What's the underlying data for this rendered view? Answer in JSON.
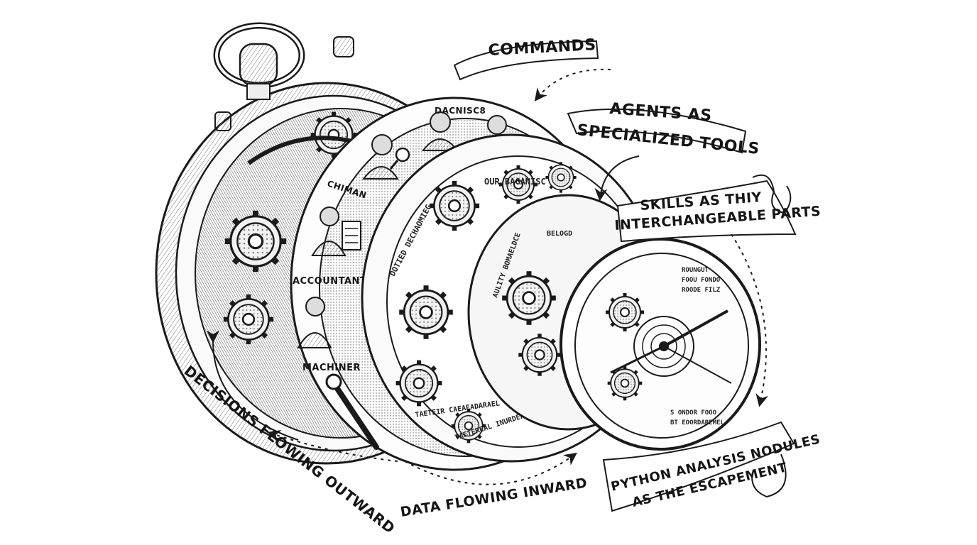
{
  "labels": {
    "commands": "COMMANDS",
    "agents_line1": "AGENTS AS",
    "agents_line2": "SPECIALIZED TOOLS",
    "skills_line1": "SKILLS AS THIY",
    "skills_line2": "INTERCHANGEABLE PARTS",
    "python_line1": "PYTHON ANALYSIS NODULES",
    "python_line2": "AS THE ESCAPEMENT",
    "decisions": "DECISIONS FLOWING OUTWARD",
    "data": "DATA FLOWING INWARD"
  },
  "agent_ring": {
    "dacnisc": "DACNISC8",
    "chiman": "CHIMAN",
    "accountant": "ACCOUNTANT",
    "machiner": "MACHINER"
  },
  "skills_ring": {
    "our_baganisc": "OUR BAGANISC",
    "left_arc": "DOTIED DECHAOMIEG",
    "bottom": "TAETEREAL INURDEROORI",
    "bottom2": "TAETEIR CAEAEADARAEL"
  },
  "python_ring": {
    "top": "BELOGD",
    "left": "AULITY BOMAELDCE",
    "inner_text1": "ROUNGUT",
    "inner_text2": "FOOU FONDO",
    "inner_text3": "ROODE FILZ",
    "lower1": "S ONDOR FOOO",
    "lower2": "BT EOORDAREMEL"
  },
  "icons": [
    "pocket-watch-icon",
    "gear-icon",
    "magnifier-icon",
    "wrench-icon",
    "abacus-icon"
  ]
}
